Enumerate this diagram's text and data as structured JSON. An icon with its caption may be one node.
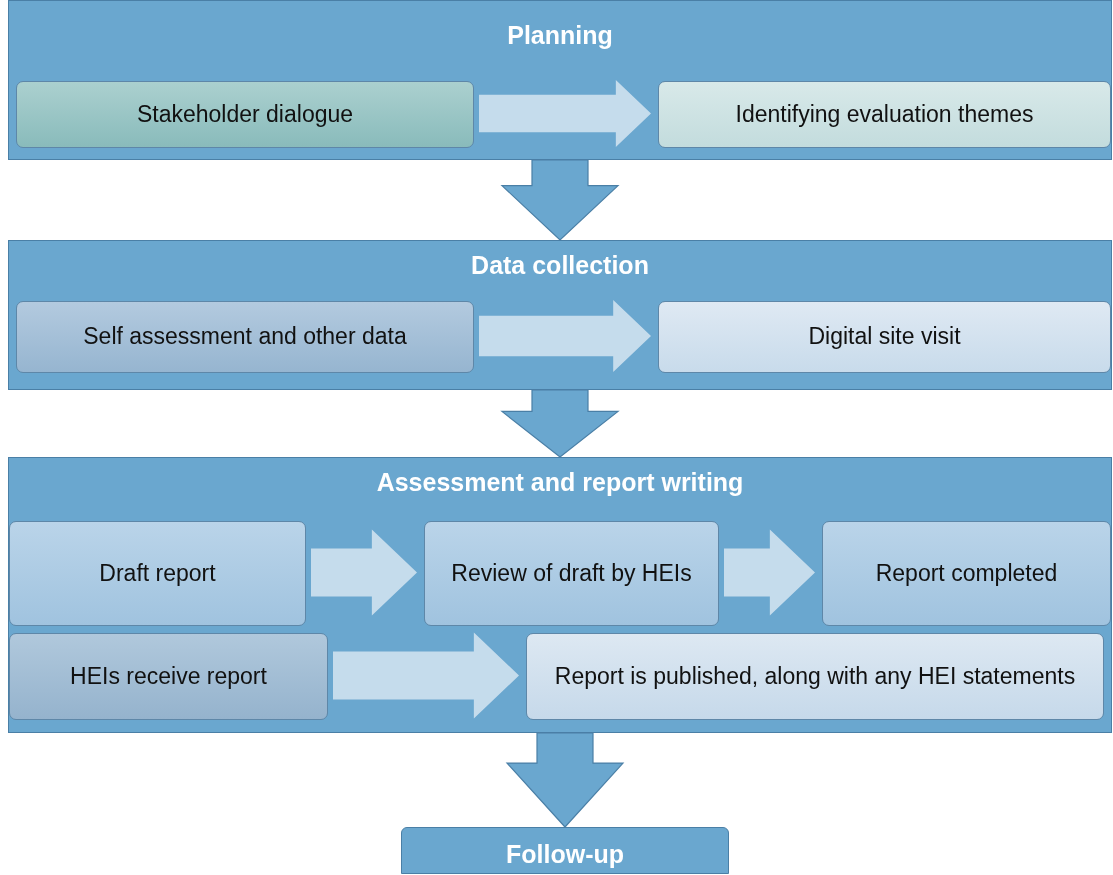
{
  "diagram": {
    "nodes": [
      {
        "text": [
          "Planning"
        ]
      },
      {
        "text": [
          "Stakeholder dialogue"
        ],
        "in": 0
      },
      {
        "text": [
          "Identifying evaluation themes"
        ],
        "in": 0
      },
      {
        "text": [
          "Data collection"
        ]
      },
      {
        "text": [
          "Self assessment and other data"
        ],
        "in": 3
      },
      {
        "text": [
          "Digital site visit"
        ],
        "in": 3
      },
      {
        "text": [
          "Assessment and report writing"
        ]
      },
      {
        "text": [
          "Draft report"
        ],
        "in": 6
      },
      {
        "text": [
          "Review of draft by HEIs"
        ],
        "in": 6
      },
      {
        "text": [
          "Report completed"
        ],
        "in": 6
      },
      {
        "text": [
          "HEIs receive report"
        ],
        "in": 6
      },
      {
        "text": [
          "Report is published, along with any HEI statements"
        ],
        "in": 6
      },
      {
        "text": [
          "Follow-up"
        ]
      }
    ],
    "edges": [
      {
        "from": 1,
        "to": 2,
        "arrow": "to"
      },
      {
        "from": 0,
        "to": 3,
        "arrow": "to",
        "color": "#6aa7cf"
      },
      {
        "from": 4,
        "to": 5,
        "arrow": "to"
      },
      {
        "from": 3,
        "to": 6,
        "arrow": "to",
        "color": "#6aa7cf"
      },
      {
        "from": 7,
        "to": 8,
        "arrow": "to"
      },
      {
        "from": 8,
        "to": 9,
        "arrow": "to"
      },
      {
        "from": 10,
        "to": 11,
        "arrow": "to"
      },
      {
        "from": 6,
        "to": 12,
        "arrow": "to",
        "color": "#6aa7cf"
      }
    ]
  }
}
